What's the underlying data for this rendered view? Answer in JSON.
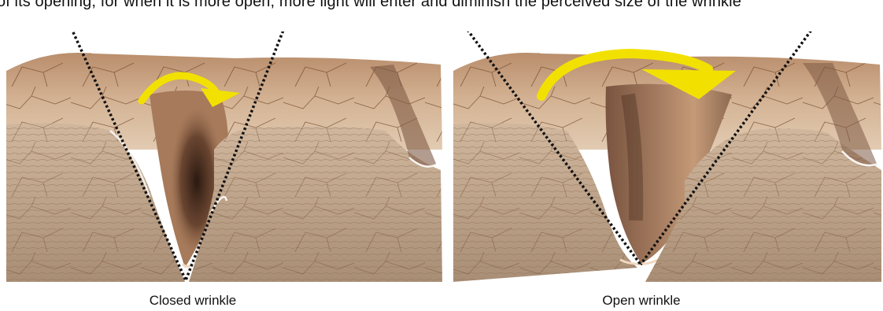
{
  "diagram": {
    "top_caption": "of its opening, for when it is more open, more light will enter and diminish the perceived size of the wrinkle",
    "left_label": "Closed wrinkle",
    "right_label": "Open wrinkle",
    "colors": {
      "skin_top": "#c9a383",
      "skin_side": "#b89a80",
      "crack": "#7a4a2a",
      "shadow": "#3a2216",
      "arrow": "#f2e100",
      "dotted_line": "#111111"
    }
  }
}
